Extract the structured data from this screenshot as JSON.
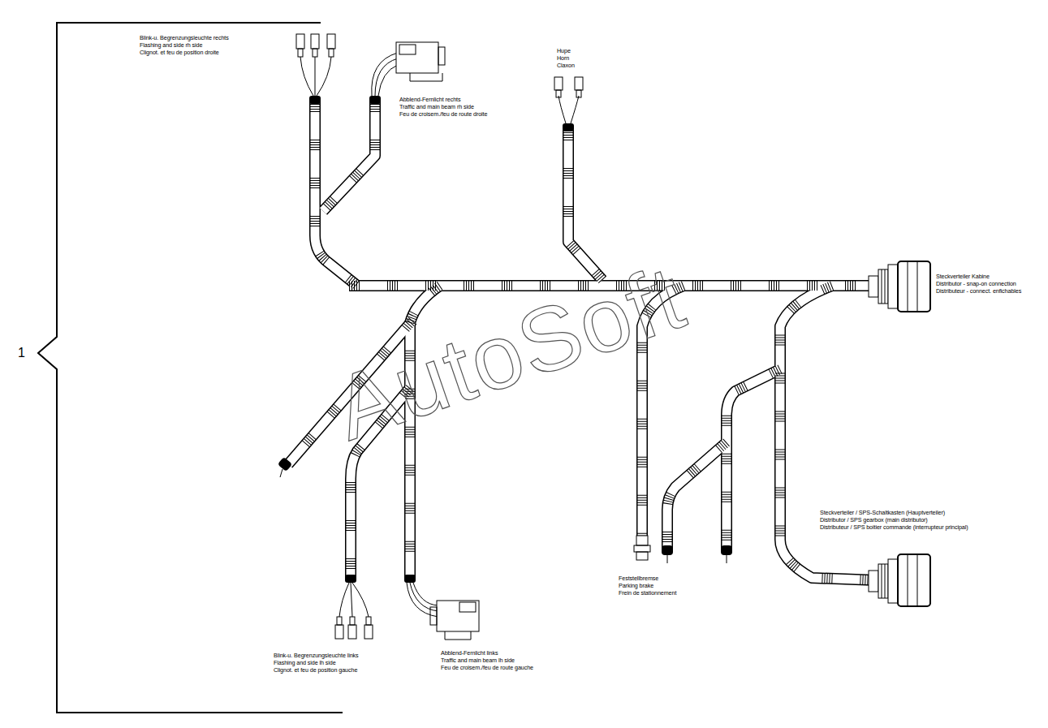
{
  "diagram": {
    "labels": [
      "1",
      "Blink-u. Begrenzungsleuchte rechts",
      "Flashing and side rh side",
      "Clignot. et feu de position droite",
      "Abblend-Fernlicht rechts",
      "Traffic and main beam rh side",
      "Feu de croisem./feu de route droite",
      "Hupe",
      "Horn",
      "Claxon",
      "Steckverteiler Kabine",
      "Distributor - snap-on connection",
      "Distributeur - connect. enfichables",
      "Steckverteiler / SPS-Schaltkasten (Hauptverteiler)",
      "Distributor / SPS gearbox (main distributor)",
      "Distributeur / SPS boitier commande (interrupteur principal)",
      "Feststellbremse",
      "Parking brake",
      "Frein de stationnement",
      "Blink-u. Begrenzungsleuchte links",
      "Flashing and side lh side",
      "Clignot. et feu de position gauche",
      "Abblend-Fernlicht links",
      "Traffic and main beam lh side",
      "Feu de croisem./feu de route gauche",
      "AutoSoft"
    ]
  }
}
